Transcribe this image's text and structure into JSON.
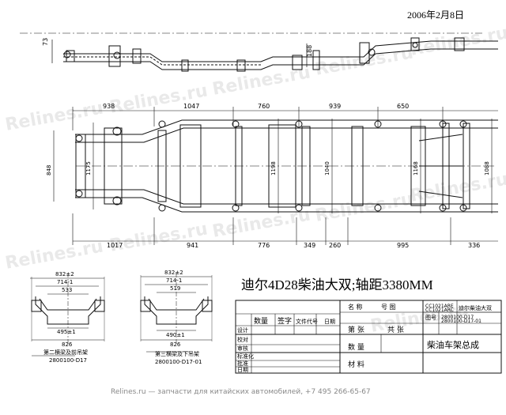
{
  "date": "2006年2月8日",
  "watermark": "Relines.ru",
  "top_view": {
    "dim_left": "73",
    "dim_mid": "188"
  },
  "plan_view": {
    "top_dims": [
      "938",
      "1047",
      "760",
      "939",
      "650"
    ],
    "bottom_dims": [
      "1017",
      "941",
      "776",
      "349",
      "260",
      "995",
      "336"
    ],
    "side_dims": [
      "848",
      "1175",
      "1198",
      "1040",
      "1168",
      "1088"
    ]
  },
  "section_a": {
    "top_dim": "832±2",
    "width_dim": "714-1",
    "inner_dim": "533",
    "low_dim": "495±1",
    "bottom_dim": "826",
    "note_line1": "第二横梁及前吊架",
    "note_line2": "2800100-D17"
  },
  "section_b": {
    "top_dim": "832±2",
    "width_dim": "714-1",
    "inner_dim": "519",
    "low_dim": "490±1",
    "bottom_dim": "826",
    "note_line1": "第三横梁及下吊架",
    "note_line2": "2800100-D17-01"
  },
  "title_main": "迪尔4D28柴油大双;轴距3380MM",
  "title_block": {
    "col_headers": [
      "数量",
      "签字",
      "文件代号",
      "日期"
    ],
    "row_labels": [
      "设计",
      "校对",
      "审核",
      "标准化",
      "批准",
      "日期"
    ],
    "header_a": "名    称",
    "header_b": "号    图",
    "code1": "CC1021ARE",
    "code2": "CC1021ARC",
    "code_desc": "迪尔柴油大双",
    "fig_label": "图号",
    "fig_no1": "2800100-D17",
    "fig_no2": "2800100-D17-01",
    "sheet_a": "第   张",
    "sheet_b": "共   张",
    "qty_label": "数  量",
    "material_label": "材  料",
    "assembly_name": "柴油车架总成"
  },
  "footer": "Relines.ru — запчасти для китайских автомобилей, +7 495 266-65-67"
}
